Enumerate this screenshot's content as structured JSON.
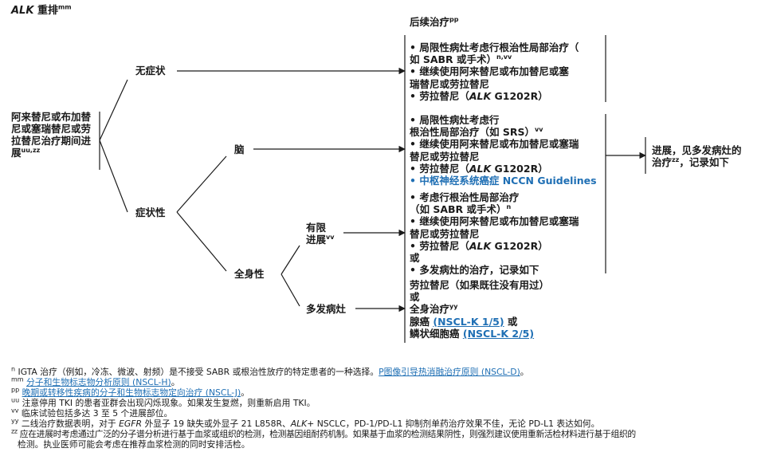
{
  "header": {
    "title_italic": "ALK",
    "title_rest": " 重排",
    "title_sup": "mm",
    "subsequent": "后续治疗",
    "subsequent_sup": "pp"
  },
  "nodes": {
    "start_l1": "阿来替尼或布加替",
    "start_l2": "尼或塞瑞替尼或劳",
    "start_l3": "拉替尼治疗期间进",
    "start_l4": "展",
    "start_sup": "uu,zz",
    "asymptomatic": "无症状",
    "symptomatic": "症状性",
    "brain": "脑",
    "systemic": "全身性",
    "limited_l1": "有限",
    "limited_l2": "进展",
    "limited_sup": "vv",
    "multiple": "多发病灶",
    "final_l1": "进展，见多发病灶的",
    "final_l2a": "治疗",
    "final_sup": "zz",
    "final_l2b": "，记录如下"
  },
  "boxes": {
    "asym": {
      "l1": "• 局限性病灶考虑行根治性局部治疗（",
      "l2": "  如 SABR 或手术）",
      "l2_sup": "n,vv",
      "l3": "• 继续使用阿来替尼或布加替尼或塞",
      "l4": "  瑞替尼或劳拉替尼",
      "l5a": "• 劳拉替尼（",
      "l5i": "ALK",
      "l5b": " G1202R）"
    },
    "brain": {
      "l1": "• 局限性病灶考虑行",
      "l2": "  根治性局部治疗（如 SRS）",
      "l2_sup": "vv",
      "l3": "• 继续使用阿来替尼或布加替尼或塞瑞",
      "l4": "  替尼或劳拉替尼",
      "l5a": "• 劳拉替尼（",
      "l5i": "ALK",
      "l5b": " G1202R）",
      "l6": "• 中枢神经系统癌症 NCCN Guidelines"
    },
    "limited": {
      "l1": "• 考虑行根治性局部治疗",
      "l2": "  （如 SABR 或手术）",
      "l2_sup": "n",
      "l3": "• 继续使用阿来替尼或布加替尼或塞瑞",
      "l4": "  替尼或劳拉替尼",
      "l5a": "• 劳拉替尼（",
      "l5i": "ALK",
      "l5b": " G1202R）",
      "l6": "  或",
      "l7": "• 多发病灶的治疗，记录如下"
    },
    "multi": {
      "l1": "劳拉替尼（如果既往没有用过）",
      "l2": "或",
      "l3": "全身治疗",
      "l3_sup": "yy",
      "l4a": "腺癌 ",
      "l4link": "(NSCL-K 1/5)",
      "l4b": " 或",
      "l5a": "鳞状细胞癌 ",
      "l5link": "(NSCL-K 2/5)"
    }
  },
  "footnotes": {
    "n_key": "n",
    "n_text": " IGTA 治疗（例如，冷冻、微波、射频）是不接受 SABR 或根治性放疗的特定患者的一种选择。",
    "n_link": "P图像引导热消融治疗原则 (NSCL-D)",
    "n_end": "。",
    "mm_key": "mm",
    "mm_link": "分子和生物标志物分析原则 (NSCL-H)",
    "mm_end": "。",
    "pp_key": "pp",
    "pp_link": "晚期或转移性疾病的分子和生物标志物定向治疗 (NSCL-J)",
    "pp_end": "。",
    "uu_key": "uu",
    "uu_text": " 注意停用 TKI 的患者亚群会出现闪烁现象。如果发生复燃，则重新启用 TKI。",
    "vv_key": "vv",
    "vv_text": " 临床试验包括多达 3 至 5 个进展部位。",
    "yy_key": "yy",
    "yy_text_a": " 二线治疗数据表明，对于 ",
    "yy_italic1": "EGFR",
    "yy_text_b": " 外显子 19 缺失或外显子 21 L858R、",
    "yy_italic2": "ALK",
    "yy_text_c": "+ NSCLC，PD-1/PD-L1 抑制剂单药治疗效果不佳，无论 PD-L1 表达如何。",
    "zz_key": "zz",
    "zz_text_1": " 应在进展时考虑通过广泛的分子谱分析进行基于血浆或组织的检测，检测基因组耐药机制。如果基于血浆的检测结果阴性，则强烈建议使用重新活检材料进行基于组织的",
    "zz_text_2": "检测。执业医师可能会考虑在推荐血浆检测的同时安排活检。"
  },
  "colors": {
    "link": "#1f6fb4",
    "text": "#1a1a1a",
    "line": "#1a1a1a"
  }
}
